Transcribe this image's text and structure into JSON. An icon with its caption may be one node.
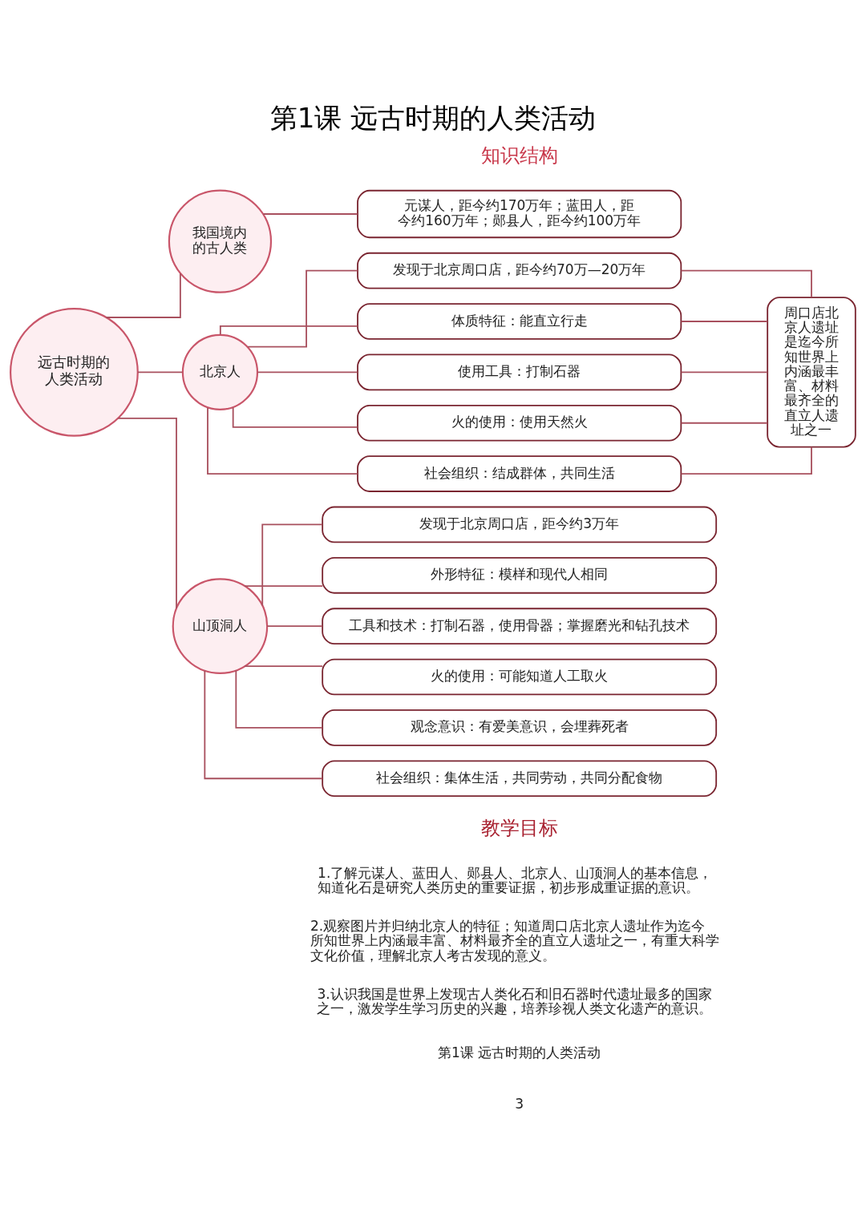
{
  "diagram": {
    "title": "第1课 远古时期的人类活动",
    "nodes": [
      {
        "text": [
          "远古时期的人类活动"
        ]
      },
      {
        "text": [
          "我国境内的古人类"
        ]
      },
      {
        "text": [
          "元谋人，距今约170万年；蓝田人，距今约160万年；郧县人，距今约100万年"
        ]
      },
      {
        "text": [
          "北京人"
        ]
      },
      {
        "text": [
          "发现于北京周口店，距今约70万—20万年"
        ]
      },
      {
        "text": [
          "体质特征：能直立行走"
        ]
      },
      {
        "text": [
          "使用工具：打制石器"
        ]
      },
      {
        "text": [
          "火的使用：使用天然火"
        ]
      },
      {
        "text": [
          "社会组织：结成群体，共同生活"
        ]
      },
      {
        "text": [
          "周口店北京人遗址是迄今所知世界上内涵最丰富、材料最齐全的直立人遗址之一"
        ]
      },
      {
        "text": [
          "山顶洞人"
        ]
      },
      {
        "text": [
          "发现于北京周口店，距今约3万年"
        ]
      },
      {
        "text": [
          "外形特征：模样和现代人相同"
        ]
      },
      {
        "text": [
          "工具和技术：打制石器，使用骨器；掌握磨光和钻孔技术"
        ]
      },
      {
        "text": [
          "火的使用：可能知道人工取火"
        ]
      },
      {
        "text": [
          "观念意识：有爱美意识，会埋葬死者"
        ]
      },
      {
        "text": [
          "社会组织：集体生活，共同劳动，共同分配食物"
        ]
      }
    ],
    "edges": [
      {
        "from": 0,
        "to": 1,
        "arrow": "none"
      },
      {
        "from": 0,
        "to": 3,
        "arrow": "none"
      },
      {
        "from": 0,
        "to": 10,
        "arrow": "none"
      },
      {
        "from": 1,
        "to": 2,
        "arrow": "none"
      },
      {
        "from": 3,
        "to": 4,
        "arrow": "none"
      },
      {
        "from": 3,
        "to": 5,
        "arrow": "none"
      },
      {
        "from": 3,
        "to": 6,
        "arrow": "none"
      },
      {
        "from": 3,
        "to": 7,
        "arrow": "none"
      },
      {
        "from": 3,
        "to": 8,
        "arrow": "none"
      },
      {
        "from": 4,
        "to": 9,
        "arrow": "none"
      },
      {
        "from": 5,
        "to": 9,
        "arrow": "none"
      },
      {
        "from": 6,
        "to": 9,
        "arrow": "none"
      },
      {
        "from": 7,
        "to": 9,
        "arrow": "none"
      },
      {
        "from": 8,
        "to": 9,
        "arrow": "none"
      },
      {
        "from": 10,
        "to": 11,
        "arrow": "none"
      },
      {
        "from": 10,
        "to": 12,
        "arrow": "none"
      },
      {
        "from": 10,
        "to": 13,
        "arrow": "none"
      },
      {
        "from": 10,
        "to": 14,
        "arrow": "none"
      },
      {
        "from": 10,
        "to": 15,
        "arrow": "none"
      },
      {
        "from": 10,
        "to": 16,
        "arrow": "none"
      }
    ],
    "labels": [
      "知识结构",
      "教学目标",
      "1.了解元谋人、蓝田人、郧县人、北京人、山顶洞人的基本信息，知道化石是研究人类历史的重要证据，初步形成重证据的意识。",
      "2.观察图片并归纳北京人的特征；知道周口店北京人遗址作为迄今所知世界上内涵最丰富、材料最齐全的直立人遗址之一，有重大科学文化价值，理解北京人考古发现的意义。",
      "3.认识我国是世界上发现古人类化石和旧石器时代遗址最多的国家之一，激发学生学习历史的兴趣，培养珍视人类文化遗产的意识。",
      "第1课 远古时期的人类活动",
      "3"
    ]
  }
}
